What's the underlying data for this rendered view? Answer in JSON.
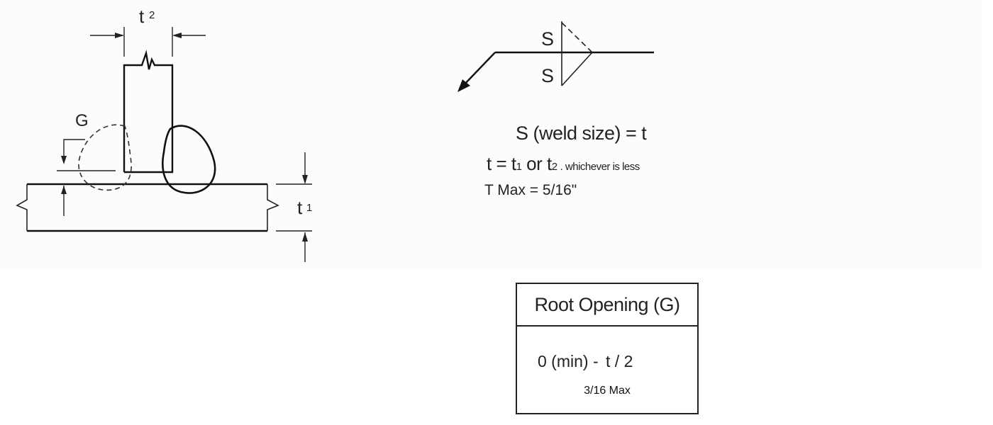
{
  "diagram": {
    "labels": {
      "t2": "t",
      "t2_sub": "2",
      "g": "G",
      "t1": "t",
      "t1_sub": "1",
      "s_top": "S",
      "s_bottom": "S"
    },
    "formula": {
      "weld_size": "S (weld size) =  t",
      "t_def_prefix": "t = t",
      "t_def_sub1": "1",
      "t_def_or": " or t",
      "t_def_sub2": "2",
      "t_def_note": ".  whichever is less",
      "t_max": "T Max = 5/16\""
    },
    "root_opening": {
      "header": "Root Opening (G)",
      "range_prefix": "0 (min) -",
      "range_value": "t / 2",
      "max": "3/16 Max"
    }
  }
}
